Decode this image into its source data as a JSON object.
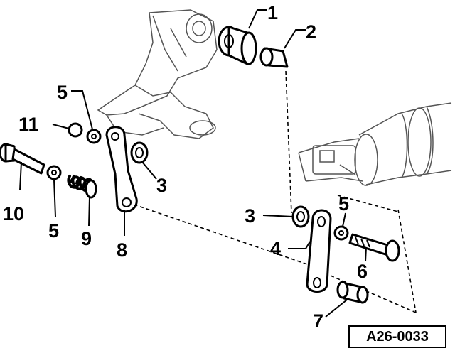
{
  "diagram": {
    "reference_code": "A26-0033",
    "callouts": [
      {
        "id": "c1",
        "text": "1"
      },
      {
        "id": "c2",
        "text": "2"
      },
      {
        "id": "c5a",
        "text": "5"
      },
      {
        "id": "c11",
        "text": "11"
      },
      {
        "id": "c3a",
        "text": "3"
      },
      {
        "id": "c10",
        "text": "10"
      },
      {
        "id": "c5b",
        "text": "5"
      },
      {
        "id": "c9",
        "text": "9"
      },
      {
        "id": "c8",
        "text": "8"
      },
      {
        "id": "c3b",
        "text": "3"
      },
      {
        "id": "c5c",
        "text": "5"
      },
      {
        "id": "c4",
        "text": "4"
      },
      {
        "id": "c6",
        "text": "6"
      },
      {
        "id": "c7",
        "text": "7"
      }
    ]
  }
}
